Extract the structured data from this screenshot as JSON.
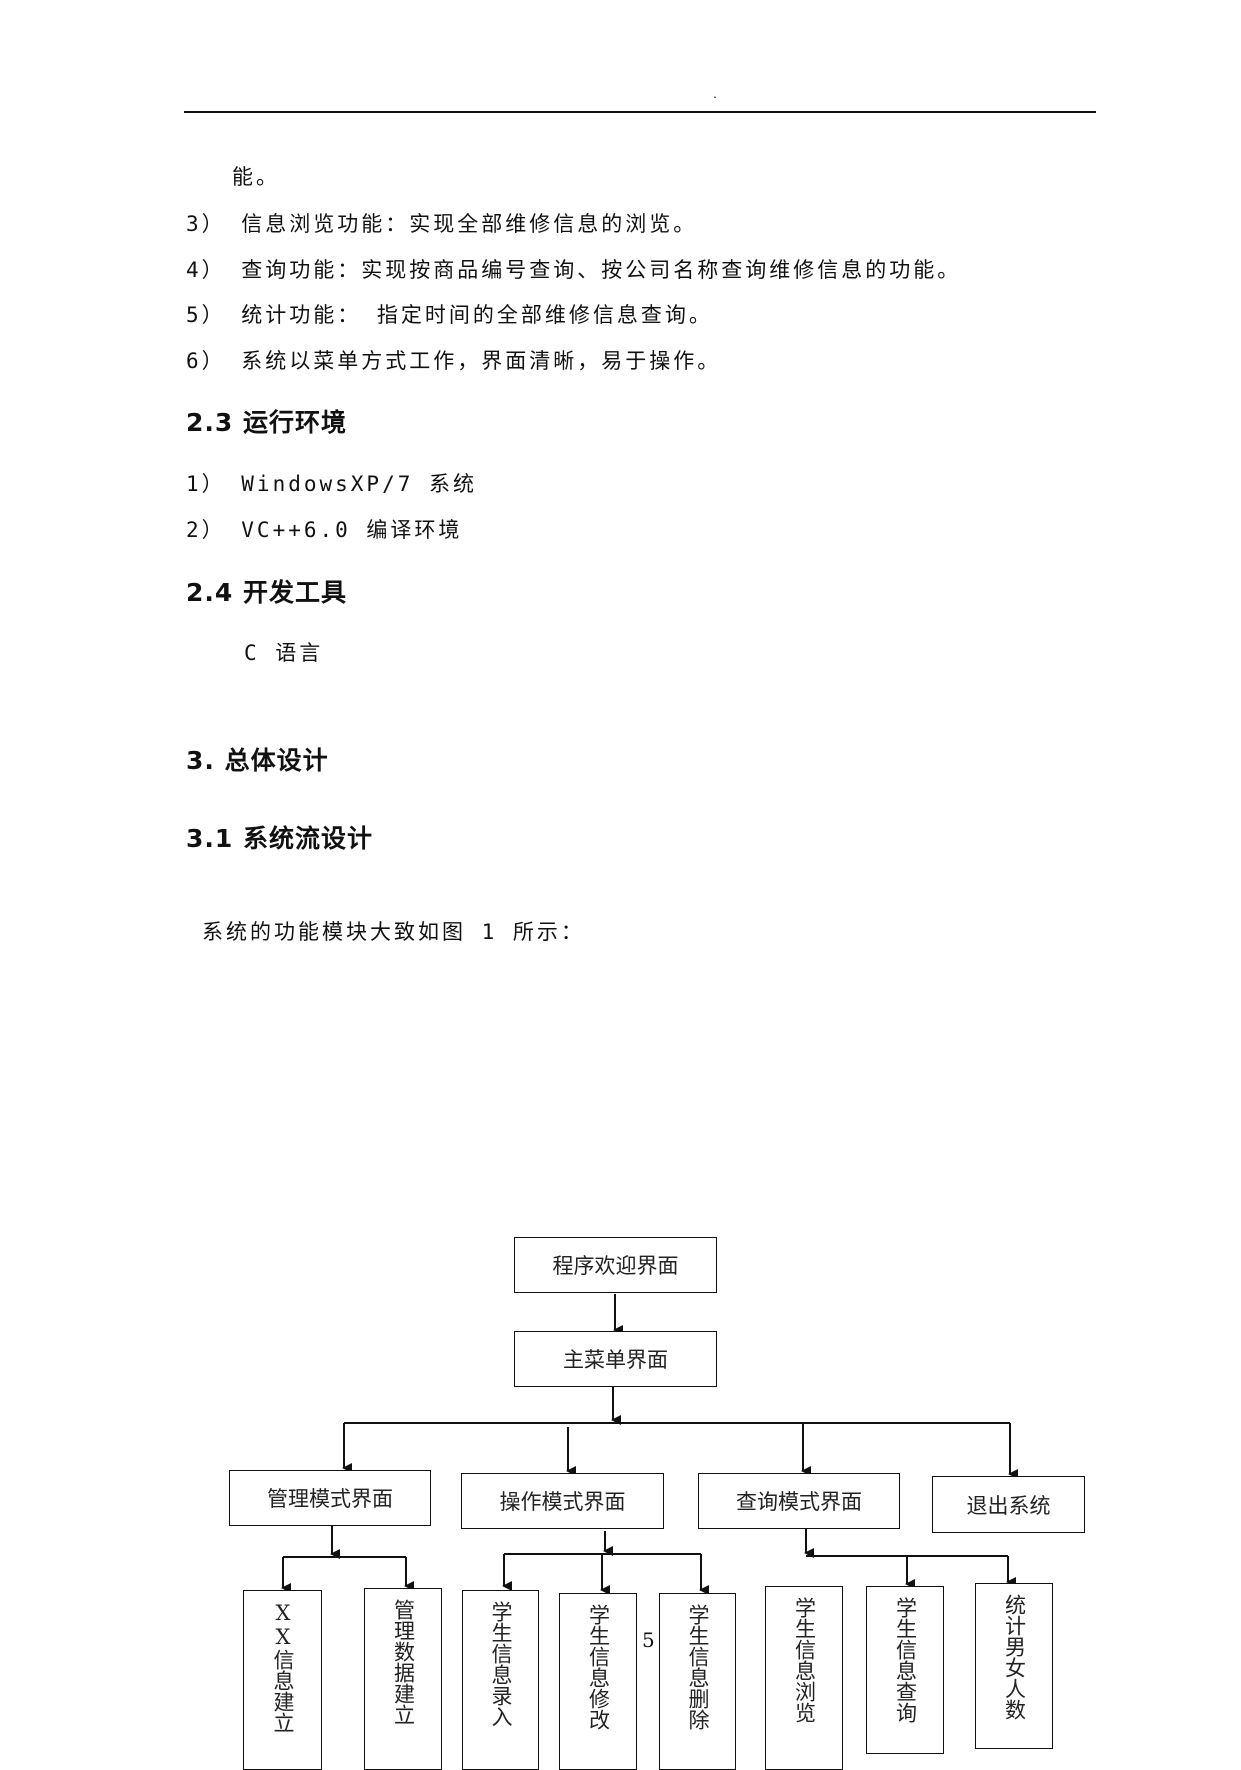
{
  "header": {
    "dot": "."
  },
  "body_lines": [
    "能。",
    "3） 信息浏览功能：实现全部维修信息的浏览。",
    "4） 查询功能：实现按商品编号查询、按公司名称查询维修信息的功能。",
    "5） 统计功能： 指定时间的全部维修信息查询。",
    "6） 系统以菜单方式工作，界面清晰，易于操作。"
  ],
  "section_2_3": {
    "title": "2.3 运行环境",
    "items": [
      "1） WindowsXP/7 系统",
      "2） VC++6.0 编译环境"
    ]
  },
  "section_2_4": {
    "title": "2.4 开发工具",
    "text": "C 语言"
  },
  "section_3": {
    "title": "3. 总体设计"
  },
  "section_3_1": {
    "title": "3.1 系统流设计",
    "intro": "系统的功能模块大致如图 1 所示："
  },
  "diagram": {
    "welcome": "程序欢迎界面",
    "main_menu": "主菜单界面",
    "modes": [
      "管理模式界面",
      "操作模式界面",
      "查询模式界面",
      "退出系统"
    ],
    "leaves": [
      "XX信息建立",
      "管理数据建立",
      "学生信息录入",
      "学生信息修改",
      "学生信息删除",
      "学生信息浏览",
      "学生信息查询",
      "统计男女人数"
    ]
  },
  "page_number": "5"
}
